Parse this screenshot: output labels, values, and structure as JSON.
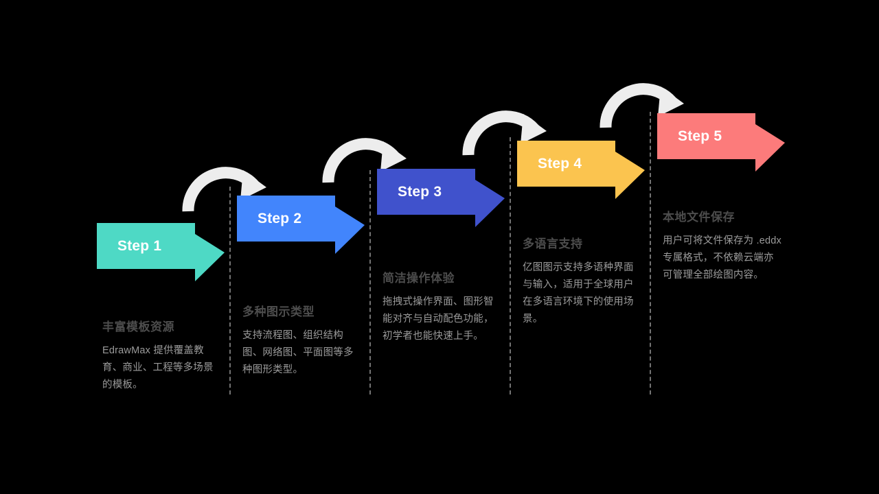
{
  "diagram": {
    "type": "step-process-arrows",
    "background_color": "#000000",
    "divider_color": "#888888",
    "connector_color": "#ededed",
    "title_color": "#4d4d4d",
    "body_color": "#9b9b9b"
  },
  "steps": [
    {
      "label": "Step 1",
      "color": "#4ed9c5",
      "title": "丰富模板资源",
      "body": "EdrawMax 提供覆盖教育、商业、工程等多场景的模板。"
    },
    {
      "label": "Step 2",
      "color": "#4285fc",
      "title": "多种图示类型",
      "body": "支持流程图、组织结构图、网络图、平面图等多种图形类型。"
    },
    {
      "label": "Step 3",
      "color": "#4052cc",
      "title": "简洁操作体验",
      "body": "拖拽式操作界面、图形智能对齐与自动配色功能，初学者也能快速上手。"
    },
    {
      "label": "Step 4",
      "color": "#fbc44f",
      "title": "多语言支持",
      "body": "亿图图示支持多语种界面与输入，适用于全球用户在多语言环境下的使用场景。"
    },
    {
      "label": "Step 5",
      "color": "#fc7b7b",
      "title": "本地文件保存",
      "body": "用户可将文件保存为 .eddx 专属格式，不依赖云端亦可管理全部绘图内容。"
    }
  ],
  "connectors": [
    {
      "name": "connector-1-to-2"
    },
    {
      "name": "connector-2-to-3"
    },
    {
      "name": "connector-3-to-4"
    },
    {
      "name": "connector-4-to-5"
    }
  ]
}
